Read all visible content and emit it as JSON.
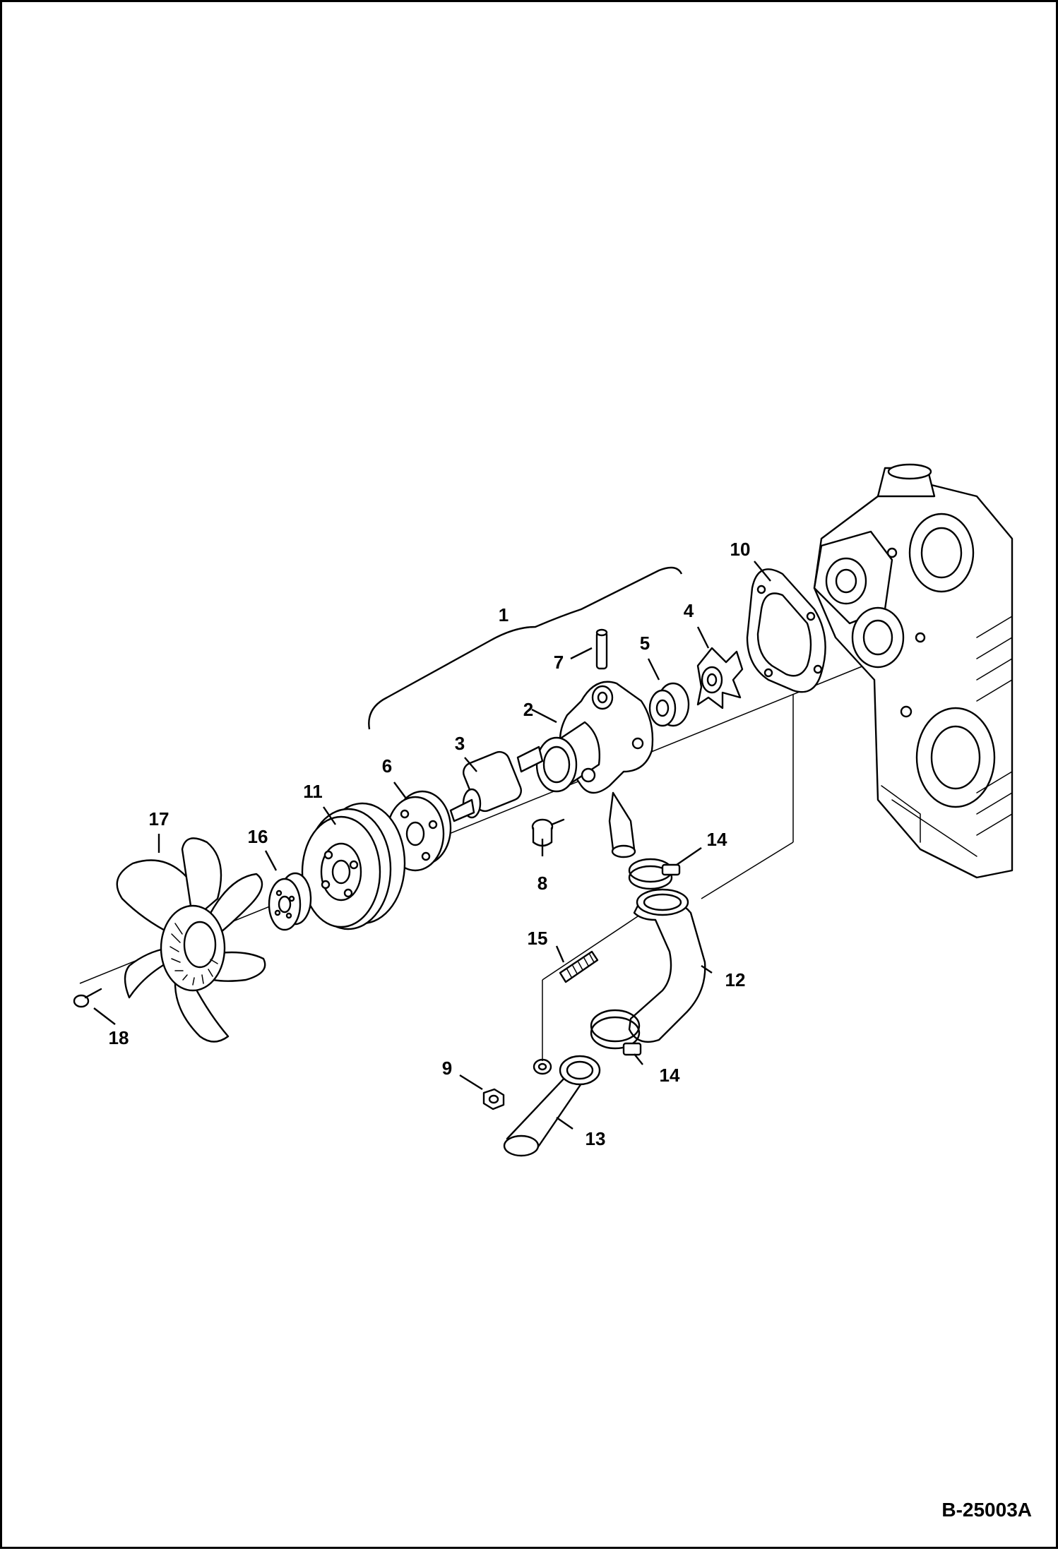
{
  "figure_id": "B-25003A",
  "callouts": {
    "c1": "1",
    "c2": "2",
    "c3": "3",
    "c4": "4",
    "c5": "5",
    "c6": "6",
    "c7": "7",
    "c8": "8",
    "c9": "9",
    "c10": "10",
    "c11": "11",
    "c12": "12",
    "c13": "13",
    "c14a": "14",
    "c14b": "14",
    "c15": "15",
    "c16": "16",
    "c17": "17",
    "c18": "18"
  }
}
